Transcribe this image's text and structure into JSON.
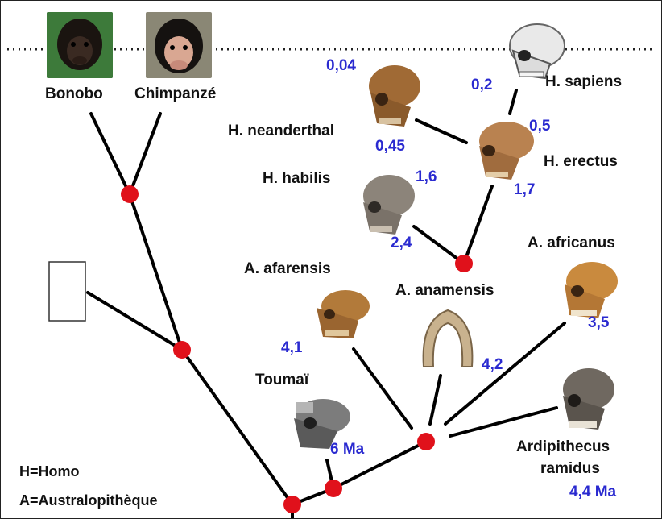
{
  "colors": {
    "node": "#e0111b",
    "age_text": "#2a2ad0",
    "line": "#000000",
    "background": "#ffffff"
  },
  "labels": {
    "bonobo": "Bonobo",
    "chimpanzee": "Chimpanzé",
    "sapiens": "H. sapiens",
    "neanderthal": "H. neanderthal",
    "erectus": "H. erectus",
    "habilis": "H. habilis",
    "afarensis": "A. afarensis",
    "anamensis": "A. anamensis",
    "africanus": "A. africanus",
    "toumai": "Toumaï",
    "ardipithecus_line1": "Ardipithecus",
    "ardipithecus_line2": "ramidus"
  },
  "ages": {
    "neanderthal_end": "0,04",
    "neanderthal_start": "0,45",
    "sapiens": "0,2",
    "erectus_end": "0,5",
    "habilis_end": "1,6",
    "erectus_start": "1,7",
    "habilis_start": "2,4",
    "afarensis": "4,1",
    "anamensis": "4,2",
    "africanus": "3,5",
    "toumai": "6 Ma",
    "ardipithecus": "4,4 Ma"
  },
  "legend": {
    "homo": "H=Homo",
    "australopithecus": "A=Australopithèque"
  },
  "icons": [
    "bonobo-photo",
    "chimpanzee-photo",
    "sapiens-skull",
    "neanderthal-skull",
    "erectus-skull",
    "habilis-skull",
    "afarensis-skull",
    "anamensis-jaw",
    "africanus-skull",
    "toumai-skull",
    "ardipithecus-skull"
  ]
}
